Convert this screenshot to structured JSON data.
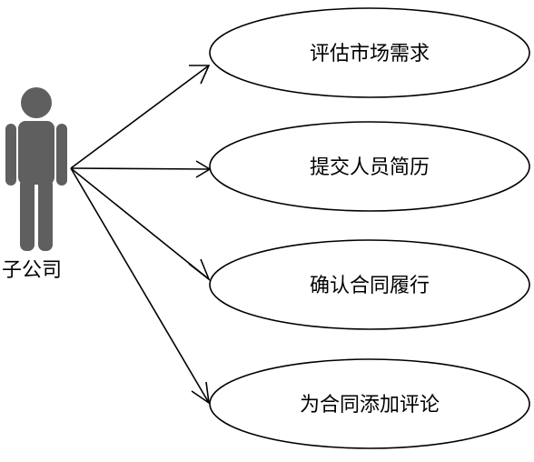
{
  "actor": {
    "name": "子公司",
    "icon": "person-icon",
    "color": "#5f5f5f"
  },
  "use_cases": [
    {
      "label": "评估市场需求"
    },
    {
      "label": "提交人员简历"
    },
    {
      "label": "确认合同履行"
    },
    {
      "label": "为合同添加评论"
    }
  ]
}
